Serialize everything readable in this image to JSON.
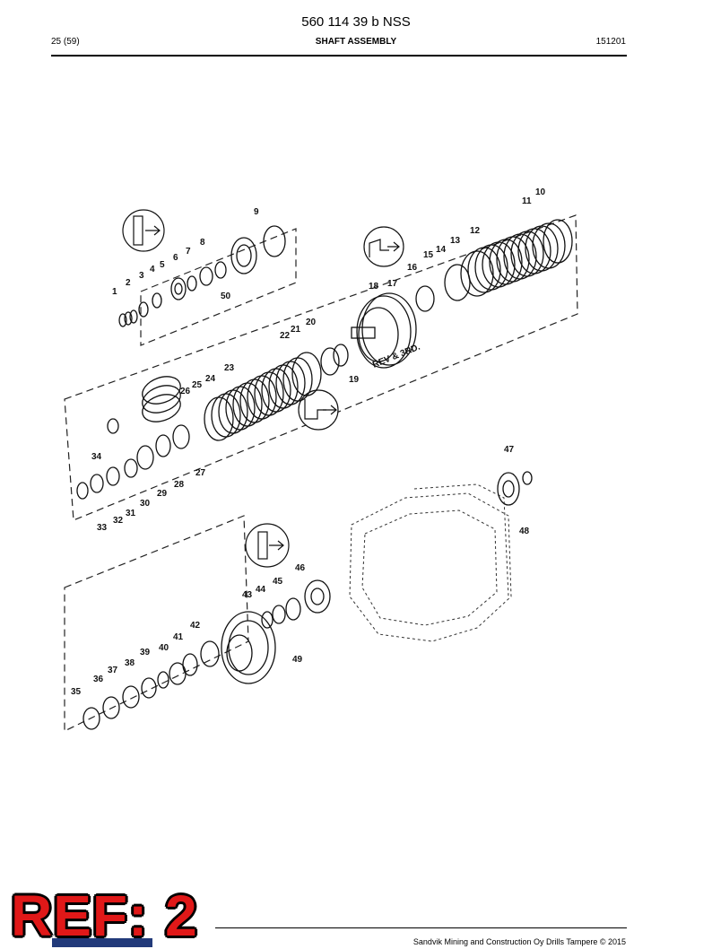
{
  "document": {
    "title": "560 114 39 b NSS",
    "page": "25 (59)",
    "section": "SHAFT ASSEMBLY",
    "code": "151201"
  },
  "diagram": {
    "text_label": "REV & 3RD.",
    "part_numbers": [
      "1",
      "2",
      "3",
      "4",
      "5",
      "6",
      "7",
      "8",
      "9",
      "10",
      "11",
      "12",
      "13",
      "14",
      "15",
      "16",
      "17",
      "18",
      "19",
      "20",
      "21",
      "22",
      "23",
      "24",
      "25",
      "26",
      "27",
      "28",
      "29",
      "30",
      "31",
      "32",
      "33",
      "34",
      "35",
      "36",
      "37",
      "38",
      "39",
      "40",
      "41",
      "42",
      "43",
      "44",
      "45",
      "46",
      "47",
      "48",
      "49",
      "50"
    ]
  },
  "stamp": {
    "text": "REF: 2",
    "color": "#e01818"
  },
  "footer": {
    "text": "Sandvik Mining and Construction Oy Drills Tampere © 2015"
  }
}
